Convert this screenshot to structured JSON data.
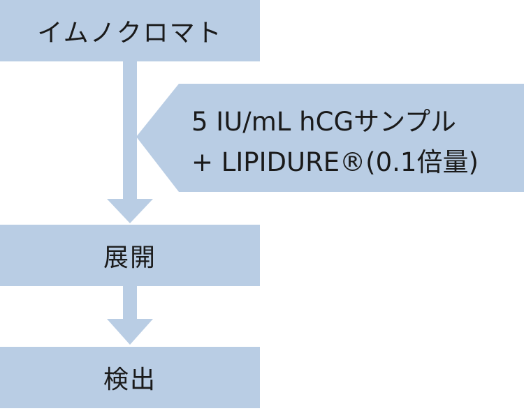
{
  "colors": {
    "box_fill": "#b9cde4",
    "arrow_fill": "#b9cde4",
    "text": "#1a1a1a"
  },
  "steps": [
    {
      "label": "イムノクロマト"
    },
    {
      "label": "展開"
    },
    {
      "label": "検出"
    }
  ],
  "sample": {
    "line1": "5 IU/mL hCGサンプル",
    "line2": "+ LIPIDURE®(0.1倍量)"
  }
}
